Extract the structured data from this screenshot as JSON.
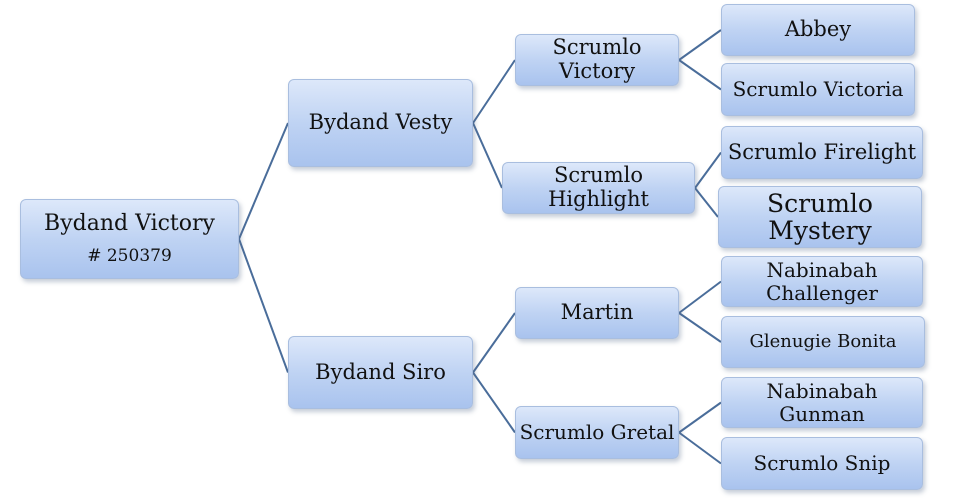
{
  "pedigree": {
    "subject": {
      "name": "Bydand Victory",
      "reg": "# 250379"
    },
    "sire": {
      "name": "Bydand Vesty",
      "sire": {
        "name": "Scrumlo\nVictory",
        "sire": "Abbey",
        "dam": "Scrumlo Victoria"
      },
      "dam": {
        "name": "Scrumlo\nHighlight",
        "sire": "Scrumlo Firelight",
        "dam": "Scrumlo\nMystery"
      }
    },
    "dam": {
      "name": "Bydand Siro",
      "sire": {
        "name": "Martin",
        "sire": "Nabinabah\nChallenger",
        "dam": "Glenugie Bonita"
      },
      "dam": {
        "name": "Scrumlo Gretal",
        "sire": "Nabinabah\nGunman",
        "dam": "Scrumlo Snip"
      }
    }
  },
  "colors": {
    "connector": "#4a6d9a",
    "box_top": "#dde8fa",
    "box_bottom": "#a9c3ee"
  }
}
